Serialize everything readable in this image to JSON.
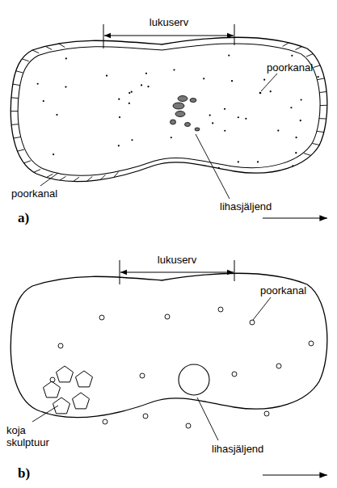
{
  "diagram": {
    "labels": [
      "lukuserv",
      "poorkanal",
      "poorkanal",
      "lihasjäljend",
      "a)",
      "lukuserv",
      "poorkanal",
      "koja skulptuur",
      "lihasjäljend",
      "b)"
    ]
  }
}
